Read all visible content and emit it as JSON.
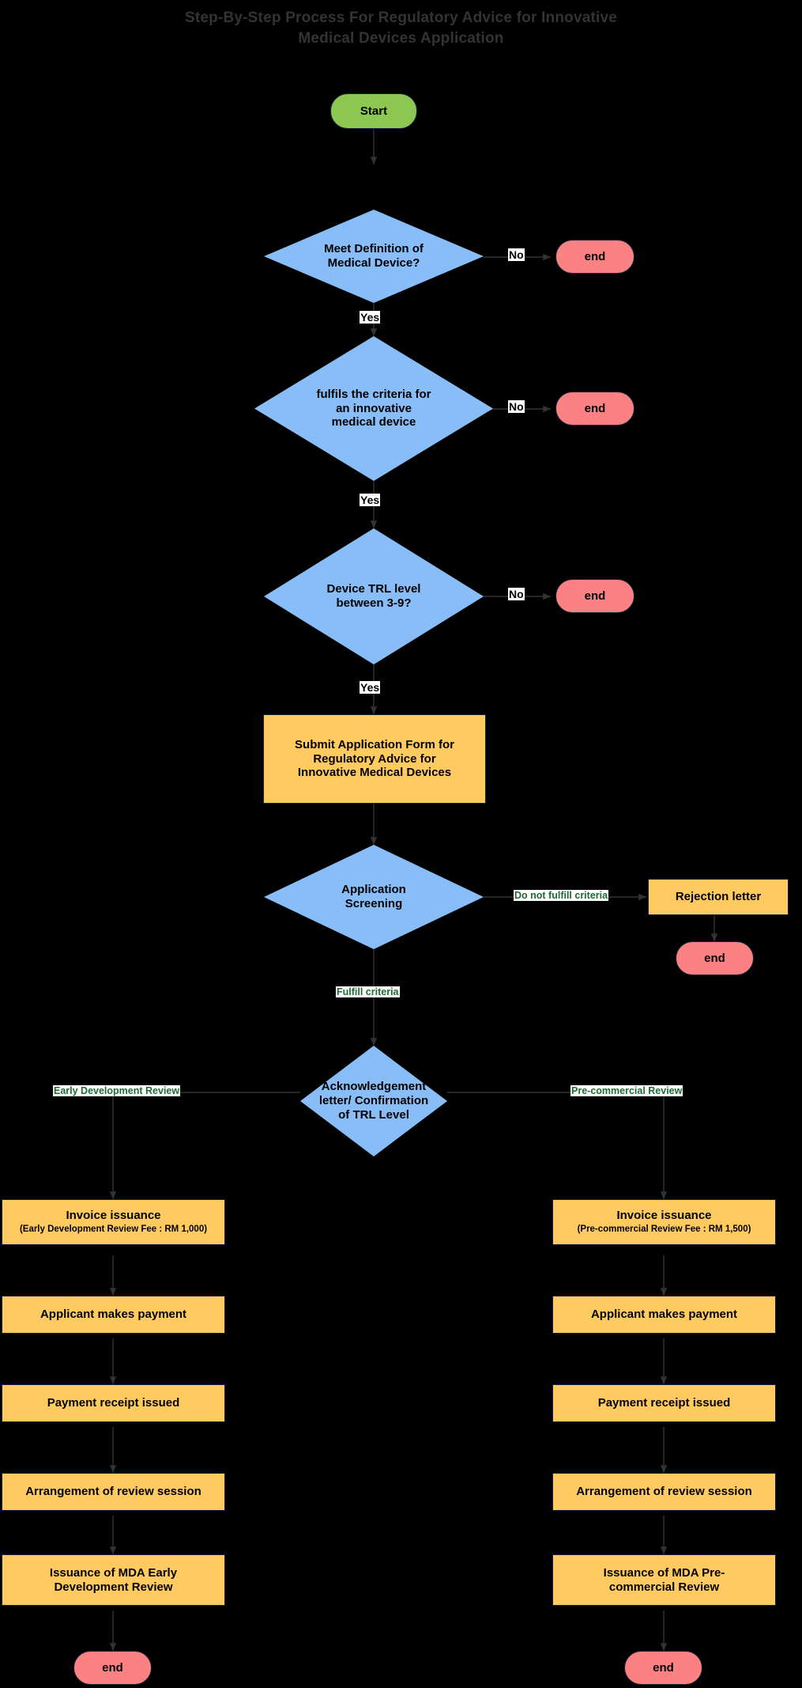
{
  "title": {
    "line1": "Step-By-Step Process For Regulatory Advice for Innovative",
    "line2": "Medical Devices Application"
  },
  "colors": {
    "background": "#000000",
    "title_text": "#333333",
    "start_fill": "#8CC751",
    "end_fill": "#FB8182",
    "decision_fill": "#88BDF8",
    "process_fill": "#FFCA5F",
    "node_border": "#14213d",
    "edge_stroke": "#333333",
    "label_bg": "#ffffff",
    "label_text": "#000000",
    "label_text_green": "#1E6B33"
  },
  "nodes": {
    "start": "Start",
    "d1": "Meet Definition of Medical Device?",
    "d1_l1": "Meet Definition of",
    "d1_l2": "Medical Device?",
    "end1": "end",
    "d2_l1": "fulfils the criteria for",
    "d2_l2": "an innovative",
    "d2_l3": "medical device",
    "end2": "end",
    "d3_l1": "Device TRL level",
    "d3_l2": "between 3-9?",
    "end3": "end",
    "submit_l1": "Submit Application Form for",
    "submit_l2": "Regulatory Advice for",
    "submit_l3": "Innovative Medical Devices",
    "screening_l1": "Application",
    "screening_l2": "Screening",
    "rejection": "Rejection letter",
    "end4": "end",
    "ack_l1": "Acknowledgement",
    "ack_l2": "letter/ Confirmation",
    "ack_l3": "of TRL Level",
    "left": {
      "invoice_title": "Invoice issuance",
      "invoice_sub": "(Early Development Review Fee : RM 1,000)",
      "payment": "Applicant makes payment",
      "receipt": "Payment receipt issued",
      "arrangement": "Arrangement of review session",
      "issuance_l1": "Issuance of MDA Early",
      "issuance_l2": "Development Review",
      "end": "end"
    },
    "right": {
      "invoice_title": "Invoice issuance",
      "invoice_sub": "(Pre-commercial Review Fee : RM 1,500)",
      "payment": "Applicant makes payment",
      "receipt": "Payment receipt issued",
      "arrangement": "Arrangement of review session",
      "issuance_l1": "Issuance of MDA Pre-",
      "issuance_l2": "commercial Review",
      "end": "end"
    }
  },
  "edge_labels": {
    "no1": "No",
    "yes1": "Yes",
    "no2": "No",
    "yes2": "Yes",
    "no3": "No",
    "yes3": "Yes",
    "do_not_fulfill": "Do not fulfill criteria",
    "fulfill": "Fulfill criteria",
    "early_dev": "Early Development Review",
    "pre_commercial": "Pre-commercial Review"
  }
}
